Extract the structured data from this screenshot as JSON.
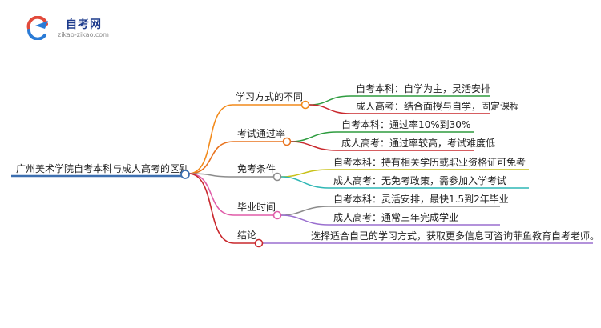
{
  "logo": {
    "title": "自考网",
    "url": "zikao-zikao.com"
  },
  "root": {
    "label": "广州美术学院自考本科与成人高考的区别"
  },
  "branches": [
    {
      "label": "学习方式的不同",
      "color": "#f28a1b",
      "children": [
        {
          "label": "自考本科：自学为主，灵活安排",
          "color": "#2e9c3f"
        },
        {
          "label": "成人高考：结合面授与自学，固定课程",
          "color": "#c9282d"
        }
      ]
    },
    {
      "label": "考试通过率",
      "color": "#e8731e",
      "children": [
        {
          "label": "自考本科：通过率10%到30%",
          "color": "#2e9c3f"
        },
        {
          "label": "成人高考：通过率较高，考试难度低",
          "color": "#c9282d"
        }
      ]
    },
    {
      "label": "免考条件",
      "color": "#8c8c8c",
      "children": [
        {
          "label": "自考本科：持有相关学历或职业资格证可免考",
          "color": "#c9c21a"
        },
        {
          "label": "成人高考：无免考政策，需参加入学考试",
          "color": "#2fb7b5"
        }
      ]
    },
    {
      "label": "毕业时间",
      "color": "#e05ca8",
      "children": [
        {
          "label": "自考本科：灵活安排，最快1.5到2年毕业",
          "color": "#8c8c8c"
        },
        {
          "label": "成人高考：通常三年完成学业",
          "color": "#9a6fcf"
        }
      ]
    },
    {
      "label": "结论",
      "color": "#c9282d",
      "children": [
        {
          "label": "选择适合自己的学习方式，获取更多信息可咨询菲鱼教育自考老师。",
          "color": "#9a6fcf"
        }
      ]
    }
  ]
}
